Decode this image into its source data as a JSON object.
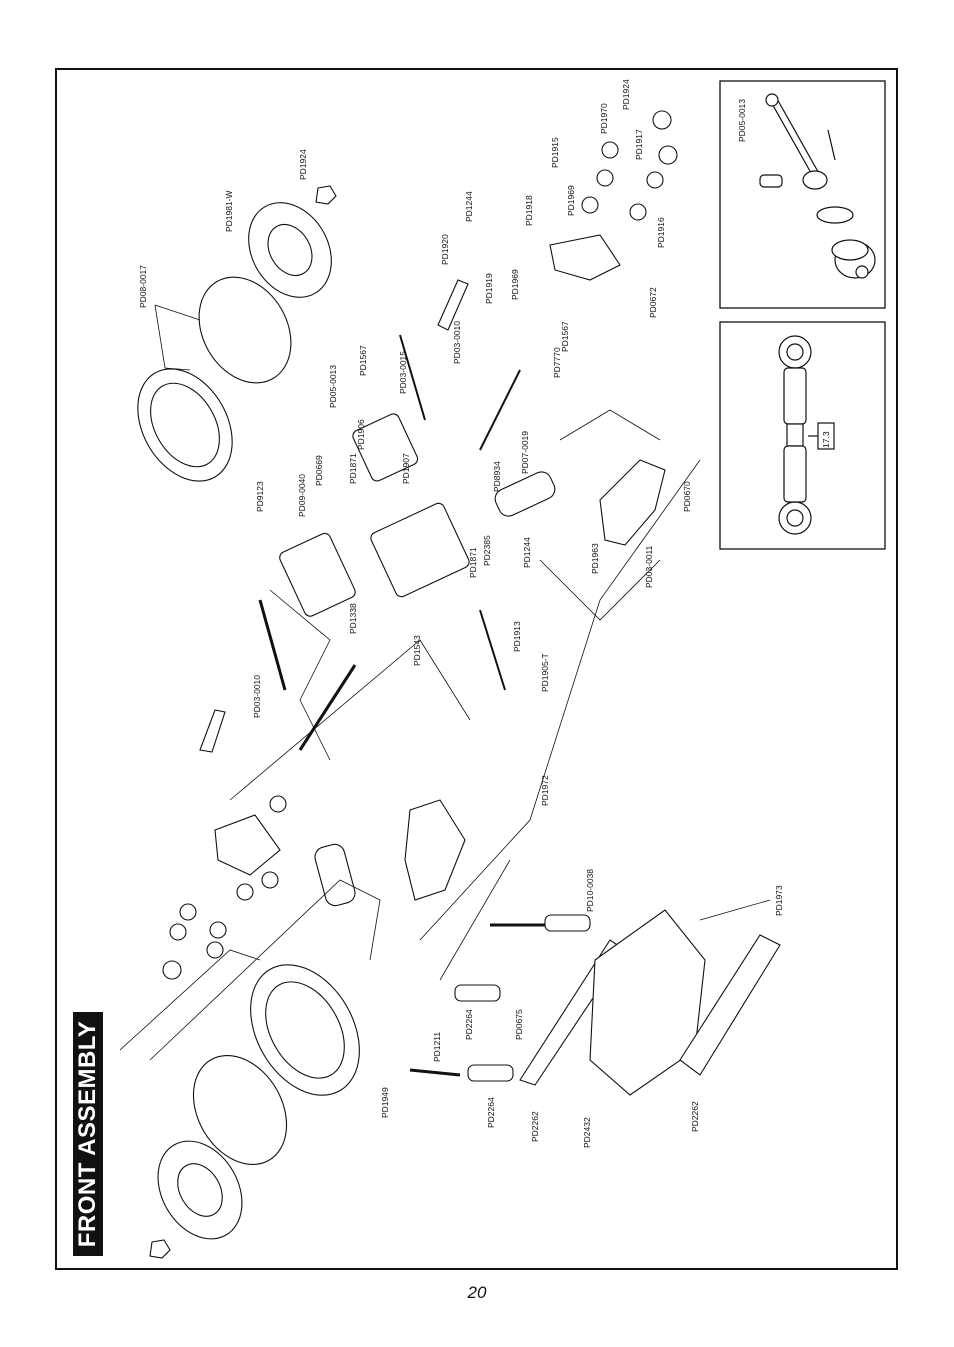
{
  "title": "FRONT ASSEMBLY",
  "page_number": "20",
  "part_labels": [
    "PD1924",
    "PD1981-W",
    "PD08-0017",
    "PD9123",
    "PD0669",
    "PD09-0040",
    "PD1871",
    "PD1906",
    "PD1907",
    "PD05-0013",
    "PD1567",
    "PD03-0015",
    "PD1920",
    "PD1244",
    "PD1918",
    "PD1919",
    "PD03-0010",
    "PD1969",
    "PD1915",
    "PD1970",
    "PD1917",
    "PD1924",
    "PD1916",
    "PD0672",
    "PD1567",
    "PD7770",
    "PD0670",
    "PD8934",
    "PD07-0019",
    "PD2385",
    "PD1244",
    "PD1871",
    "PD1963",
    "PD03-0011",
    "PD1338",
    "PD1543",
    "PD1913",
    "PD1905-T",
    "PD1972",
    "PD03-0010",
    "PD10-0038",
    "PD1973",
    "PD1211",
    "PD2264",
    "PD0675",
    "PD1949",
    "PD2264",
    "PD2262",
    "PD2432",
    "PD2262",
    "PD1969"
  ],
  "inset_labels": {
    "joint_part": "PD05-0013",
    "link_dimension": "17.3"
  }
}
